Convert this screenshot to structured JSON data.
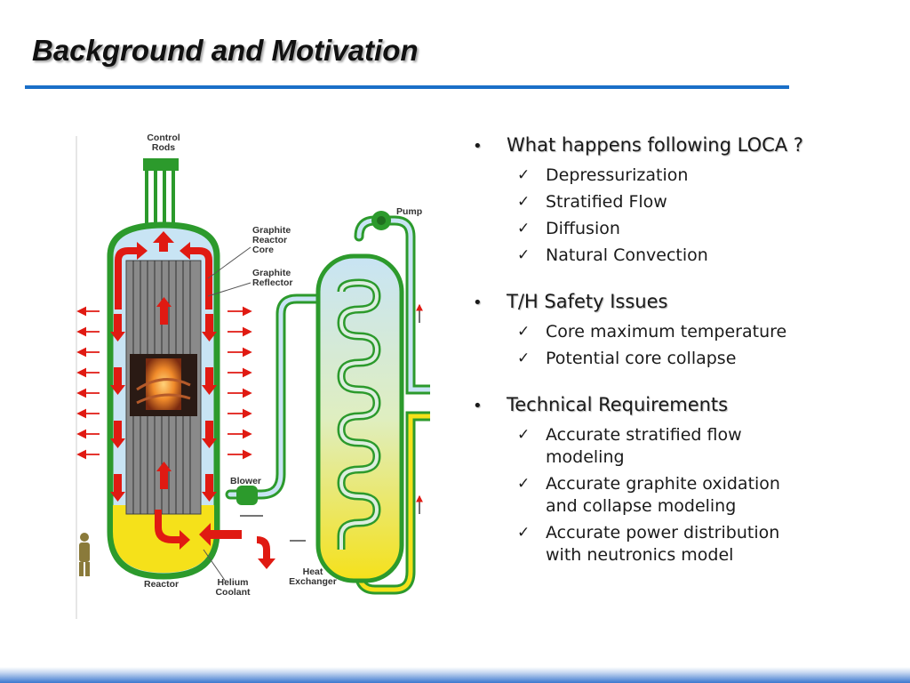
{
  "slide": {
    "title": "Background and Motivation"
  },
  "colors": {
    "accent_rule": "#1a6fc8",
    "vessel_green": "#2c9a2c",
    "coolant_blue": "#c8e4f4",
    "helium_yellow": "#f5e11a",
    "flow_red": "#e01a12"
  },
  "diagram": {
    "labels": {
      "control_rods": "Control\nRods",
      "graphite_core": "Graphite\nReactor\nCore",
      "graphite_reflector": "Graphite\nReflector",
      "pump": "Pump",
      "blower": "Blower",
      "reactor": "Reactor",
      "helium_coolant": "Helium\nCoolant",
      "heat_exchanger": "Heat\nExchanger"
    }
  },
  "bullets": [
    {
      "heading": "What happens following LOCA ?",
      "items": [
        "Depressurization",
        "Stratified Flow",
        "Diffusion",
        "Natural Convection"
      ]
    },
    {
      "heading": "T/H Safety Issues",
      "items": [
        "Core maximum temperature",
        "Potential core collapse"
      ]
    },
    {
      "heading": "Technical Requirements",
      "items": [
        "Accurate stratified flow\nmodeling",
        "Accurate graphite oxidation\nand collapse modeling",
        "Accurate power distribution\nwith neutronics model"
      ]
    }
  ],
  "symbols": {
    "bullet": "•",
    "check": "✓"
  }
}
